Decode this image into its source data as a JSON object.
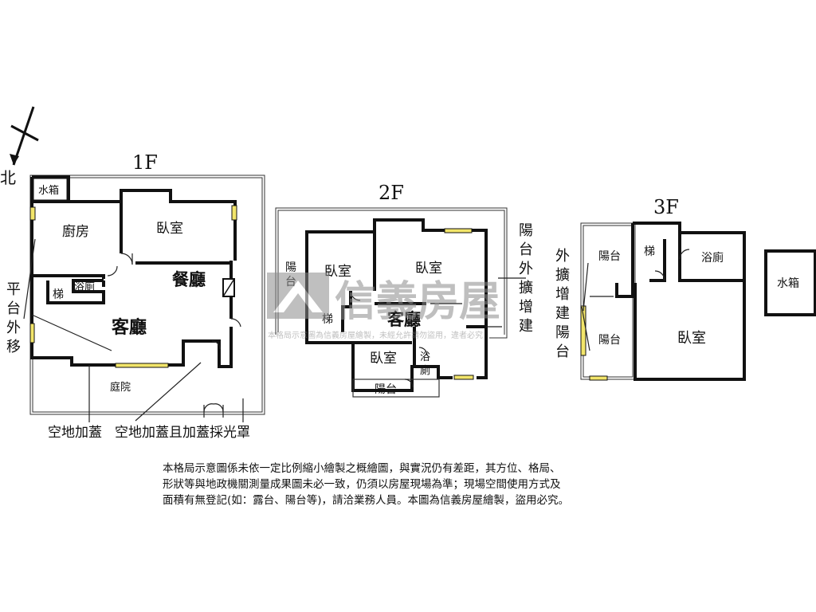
{
  "compass": {
    "north": "北"
  },
  "floors": {
    "f1": {
      "title": "1F",
      "rooms": {
        "water_tank": "水箱",
        "kitchen": "廚房",
        "bedroom": "臥室",
        "dining": "餐廳",
        "stairs": "梯",
        "bath": "浴廁",
        "living": "客廳",
        "courtyard": "庭院"
      },
      "notes": {
        "platform_1": "平",
        "platform_2": "台",
        "platform_3": "外",
        "platform_4": "移",
        "covered": "空地加蓋",
        "covered_skylight": "空地加蓋且加蓋採光罩"
      }
    },
    "f2": {
      "title": "2F",
      "rooms": {
        "balcony_left_1": "陽",
        "balcony_left_2": "台",
        "bedroom_a": "臥室",
        "bedroom_b": "臥室",
        "stairs": "梯",
        "living": "客廳",
        "bedroom_c": "臥室",
        "bath_1": "浴",
        "bath_2": "廁",
        "balcony_bottom": "陽台"
      },
      "notes": {
        "ext_1": "陽",
        "ext_2": "台",
        "ext_3": "外",
        "ext_4": "擴",
        "ext_5": "增",
        "ext_6": "建"
      }
    },
    "f3": {
      "title": "3F",
      "rooms": {
        "balcony_top": "陽台",
        "stairs": "梯",
        "bath": "浴廁",
        "balcony_bottom": "陽台",
        "bedroom": "臥室"
      },
      "notes": {
        "ext_1": "外",
        "ext_2": "擴",
        "ext_3": "增",
        "ext_4": "建",
        "ext_5": "陽",
        "ext_6": "台"
      }
    }
  },
  "roof": {
    "water_tank": "水箱"
  },
  "watermark": {
    "brand": "信義房屋",
    "fine_print": "本格局示意圖為信義房屋繪製，未經允許請勿盜用，違者必究"
  },
  "disclaimer": {
    "line1": "本格局示意圖係未依一定比例縮小繪製之概繪圖，與實況仍有差距，其方位、格局、",
    "line2": "形狀等與地政機關測量成果圖未必一致，仍須以房屋現場為準；現場空間使用方式及",
    "line3": "面積有無登記(如：露台、陽台等)，請洽業務人員。本圖為信義房屋繪製，盜用必究。"
  },
  "colors": {
    "wall": "#111111",
    "window": "#f2e56a",
    "watermark": "#8c8c8c"
  }
}
